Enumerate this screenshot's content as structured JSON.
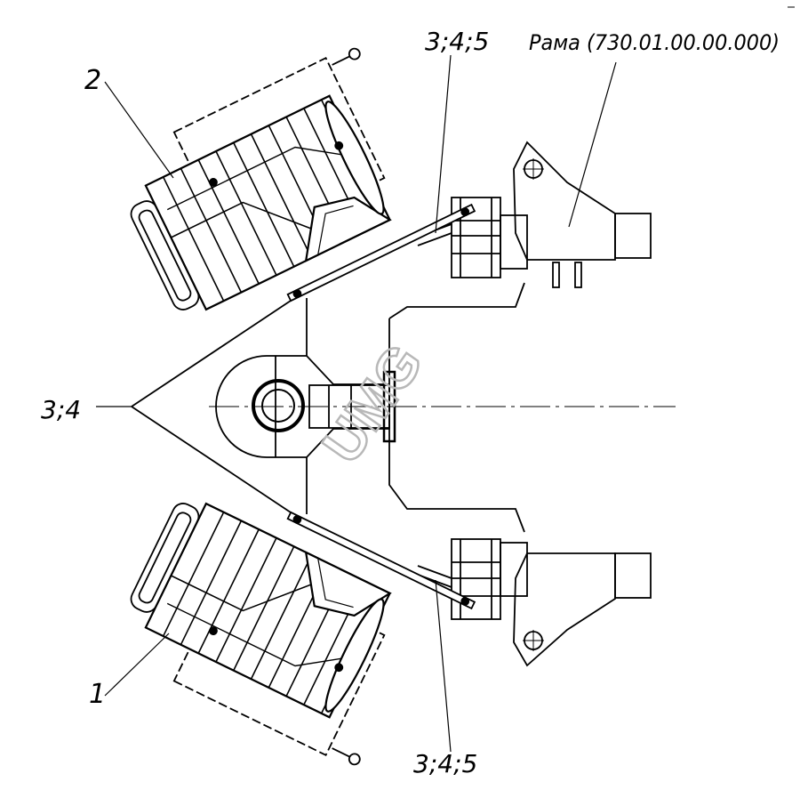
{
  "labels": {
    "item_2": "2",
    "item_1": "1",
    "ref_top": "3;4;5",
    "ref_bottom": "3;4;5",
    "ref_left": "3;4",
    "frame": "Рама (730.01.00.00.000)"
  },
  "watermark": "UMG",
  "colors": {
    "line": "#000000",
    "watermark": "#b8b8b8",
    "background": "#ffffff"
  }
}
